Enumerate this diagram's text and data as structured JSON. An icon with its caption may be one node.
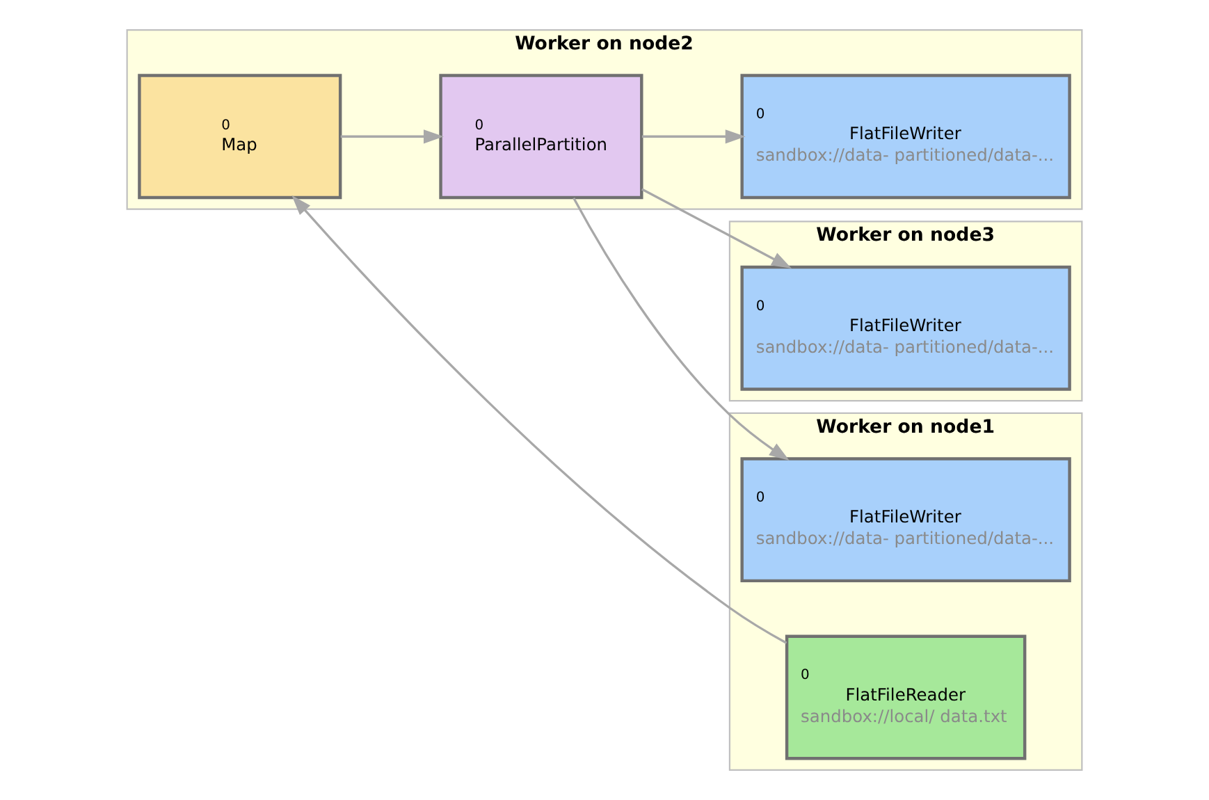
{
  "diagram": {
    "nodes": [
      {
        "text": [
          "Worker on node1"
        ]
      },
      {
        "text": [
          "0",
          "FlatFileReader",
          "sandbox://local/ data.txt"
        ],
        "in": 0
      },
      {
        "text": [
          "0",
          "FlatFileWriter",
          "sandbox://data- partitioned/data-..."
        ],
        "in": 0
      },
      {
        "text": [
          "Worker on node2"
        ]
      },
      {
        "text": [
          "0",
          "Map"
        ],
        "in": 3
      },
      {
        "text": [
          "0",
          "ParallelPartition"
        ],
        "in": 3
      },
      {
        "text": [
          "0",
          "FlatFileWriter",
          "sandbox://data- partitioned/data-..."
        ],
        "in": 3
      },
      {
        "text": [
          "Worker on node3"
        ]
      },
      {
        "text": [
          "0",
          "FlatFileWriter",
          "sandbox://data- partitioned/data-..."
        ],
        "in": 7
      }
    ],
    "edges": [
      {
        "from": 1,
        "to": 4,
        "arrow": "to"
      },
      {
        "from": 4,
        "to": 5,
        "arrow": "to"
      },
      {
        "from": 5,
        "to": 2,
        "arrow": "to"
      },
      {
        "from": 5,
        "to": 6,
        "arrow": "to"
      },
      {
        "from": 5,
        "to": 8,
        "arrow": "to"
      }
    ]
  }
}
